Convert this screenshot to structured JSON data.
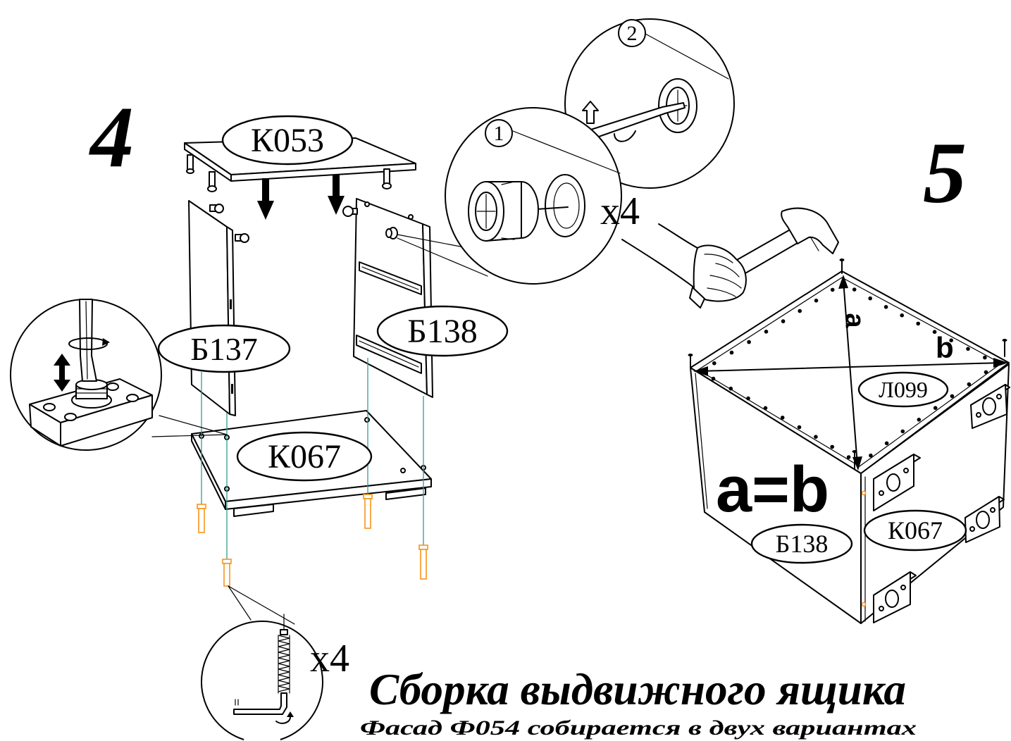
{
  "step4": {
    "number": "4",
    "parts": {
      "top": "К053",
      "left_side": "Б137",
      "right_side": "Б138",
      "bottom": "К067"
    },
    "callouts": {
      "detail_1": "1",
      "detail_2": "2",
      "cam_qty": "x4",
      "foot_qty": "x4"
    }
  },
  "step5": {
    "number": "5",
    "diagonal_a": "a",
    "diagonal_b": "b",
    "back_panel": "Л099",
    "equation": "a=b",
    "side_panel": "Б138",
    "bottom_panel": "К067"
  },
  "footer": {
    "title": "Сборка выдвижного ящика",
    "subtitle": "Фасад Ф054 собирается в двух вариантах"
  },
  "colors": {
    "ink": "#000000",
    "hardware_orange": "#f7941d",
    "guide_teal": "#2e9e92",
    "paper": "#ffffff"
  }
}
